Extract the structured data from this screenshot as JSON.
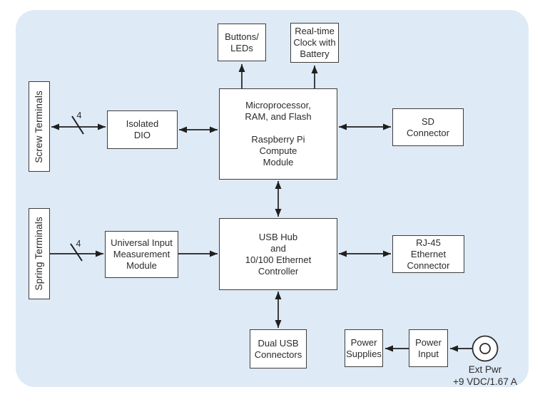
{
  "diagram": {
    "description": "System block diagram with Raspberry Pi Compute Module",
    "colors": {
      "panel_bg": "#deeaf6",
      "box_bg": "#ffffff",
      "box_border": "#3d3d3d",
      "line": "#1f1f1f",
      "text": "#2b2b2b"
    },
    "blocks": {
      "buttons_leds": {
        "label": "Buttons/\nLEDs"
      },
      "rtc": {
        "label": "Real-time\nClock with\nBattery"
      },
      "screw_terminals": {
        "label": "Screw Terminals"
      },
      "isolated_dio": {
        "label": "Isolated\nDIO"
      },
      "microprocessor": {
        "label": "Microprocessor,\nRAM, and Flash\n\nRaspberry Pi\nCompute\nModule"
      },
      "sd_connector": {
        "label": "SD\nConnector"
      },
      "spring_terminals": {
        "label": "Spring Terminals"
      },
      "universal_input": {
        "label": "Universal Input\nMeasurement\nModule"
      },
      "usb_hub": {
        "label": "USB Hub\nand\n10/100 Ethernet\nController"
      },
      "rj45": {
        "label": "RJ-45\nEthernet\nConnector"
      },
      "dual_usb": {
        "label": "Dual USB\nConnectors"
      },
      "power_supplies": {
        "label": "Power\nSupplies"
      },
      "power_input": {
        "label": "Power\nInput"
      }
    },
    "bus": {
      "screw_bus_width": "4",
      "spring_bus_width": "4"
    },
    "ext_pwr": {
      "label": "Ext Pwr\n+9 VDC/1.67 A"
    }
  }
}
